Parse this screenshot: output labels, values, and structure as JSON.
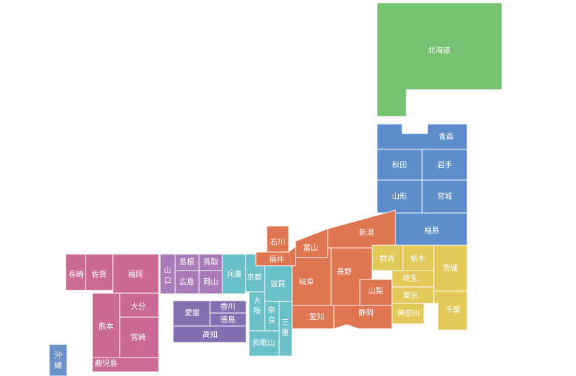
{
  "regions": {
    "hokkaido": {
      "color": "#77c173"
    },
    "tohoku": {
      "color": "#5d8ecb"
    },
    "kanto": {
      "color": "#e3c95a"
    },
    "chubu": {
      "color": "#e07552"
    },
    "kinki": {
      "color": "#6bc1c9"
    },
    "chugoku": {
      "color": "#a97bb9"
    },
    "shikoku": {
      "color": "#8470b0"
    },
    "kyushu": {
      "color": "#cb6b95"
    },
    "okinawa": {
      "color": "#6b92c9"
    }
  },
  "prefectures": {
    "hokkaido": "北海道",
    "aomori": "青森",
    "akita": "秋田",
    "iwate": "岩手",
    "yamagata": "山形",
    "miyagi": "宮城",
    "fukushima": "福島",
    "niigata": "新潟",
    "ishikawa": "石川",
    "toyama": "富山",
    "fukui": "福井",
    "nagano": "長野",
    "gifu": "岐阜",
    "yamanashi": "山梨",
    "aichi": "愛知",
    "shizuoka": "静岡",
    "gunma": "群馬",
    "tochigi": "栃木",
    "ibaraki": "茨城",
    "saitama": "埼玉",
    "tokyo": "東京",
    "kanagawa": "神奈川",
    "chiba": "千葉",
    "kyoto": "京都",
    "shiga": "滋賀",
    "osaka": "大阪",
    "nara": "奈良",
    "mie": "三重",
    "wakayama": "和歌山",
    "hyogo": "兵庫",
    "tottori": "鳥取",
    "shimane": "島根",
    "okayama": "岡山",
    "hiroshima": "広島",
    "yamaguchi": "山口",
    "kagawa": "香川",
    "ehime": "愛媛",
    "tokushima": "徳島",
    "kochi": "高知",
    "fukuoka": "福岡",
    "saga": "佐賀",
    "nagasaki": "長崎",
    "oita": "大分",
    "kumamoto": "熊本",
    "miyazaki": "宮崎",
    "kagoshima": "鹿児島",
    "okinawa": "沖縄"
  }
}
